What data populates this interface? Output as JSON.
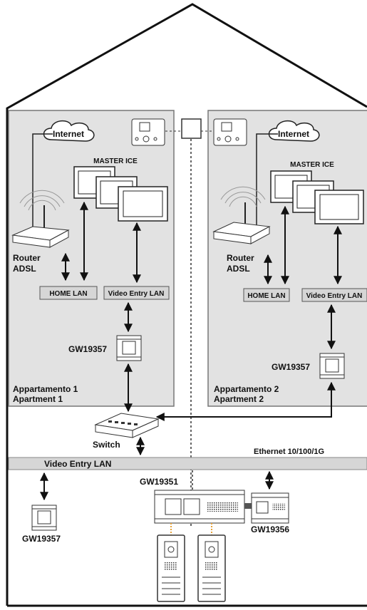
{
  "apartment1": {
    "internet": "Internet",
    "master_ice": "MASTER ICE",
    "router_line1": "Router",
    "router_line2": "ADSL",
    "home_lan": "HOME LAN",
    "video_entry_lan": "Video Entry LAN",
    "gateway": "GW19357",
    "name_it": "Appartamento 1",
    "name_en": "Apartment 1"
  },
  "apartment2": {
    "internet": "Internet",
    "master_ice": "MASTER ICE",
    "router_line1": "Router",
    "router_line2": "ADSL",
    "home_lan": "HOME LAN",
    "video_entry_lan": "Video Entry LAN",
    "gateway": "GW19357",
    "name_it": "Appartamento 2",
    "name_en": "Apartment 2"
  },
  "common": {
    "switch": "Switch",
    "ethernet": "Ethernet 10/100/1G",
    "video_entry_lan_bus": "Video Entry LAN",
    "gateway_left": "GW19357",
    "main_unit": "GW19351",
    "power_unit": "GW19356"
  }
}
